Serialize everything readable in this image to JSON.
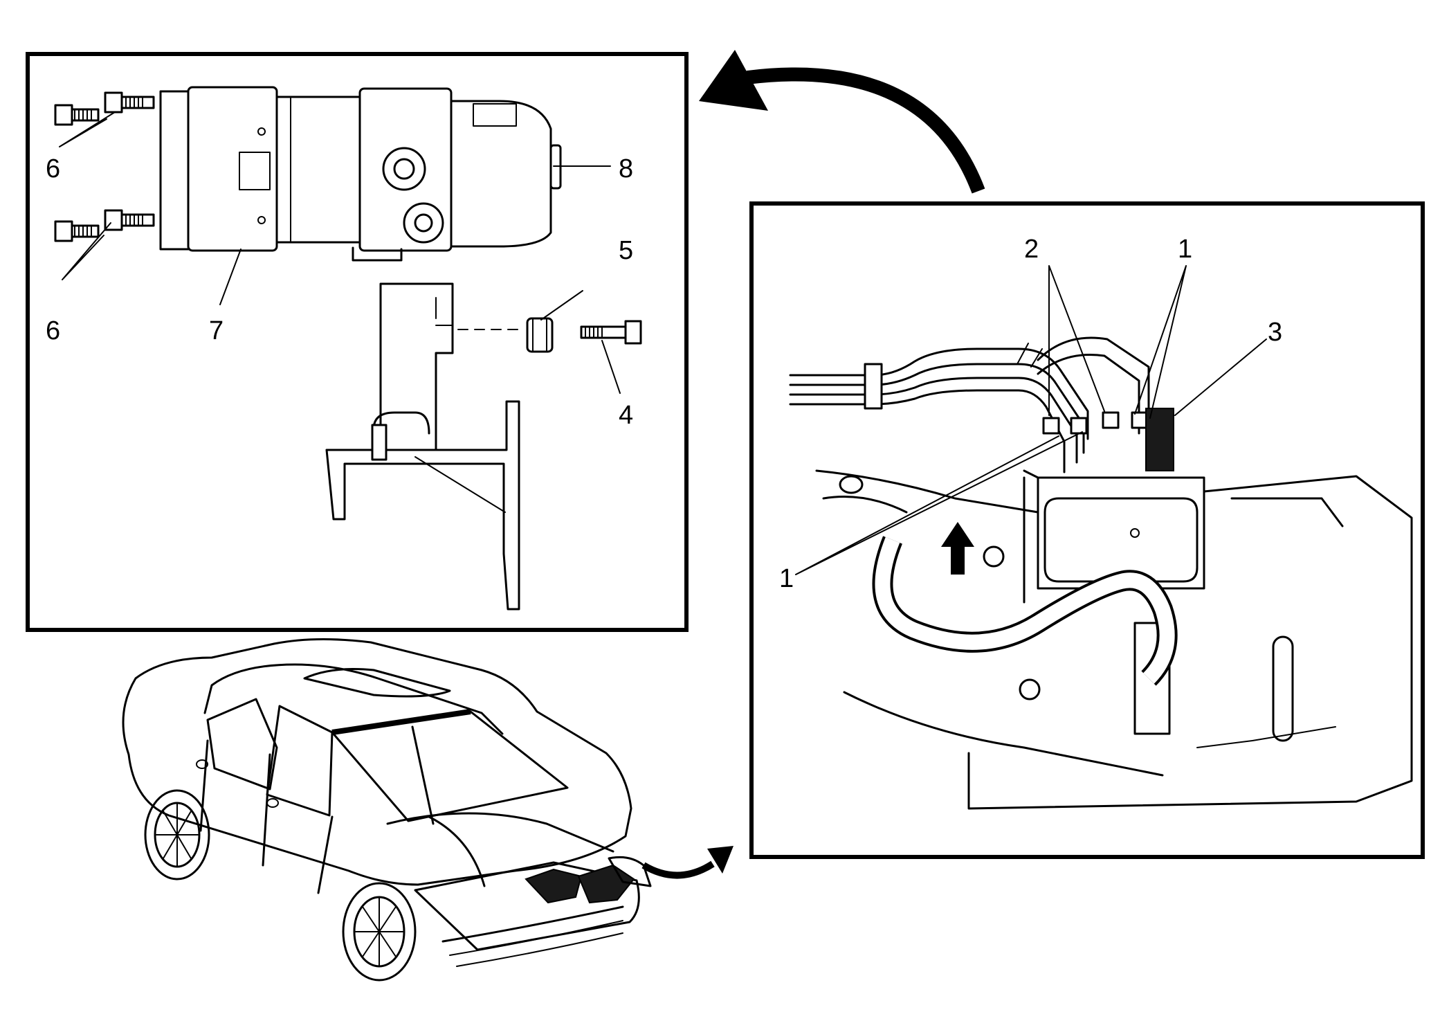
{
  "detail_callouts": {
    "bolts_top": "6",
    "bolts_bottom": "6",
    "modulator_body": "7",
    "motor": "8",
    "insulator": "5",
    "bracket_bolt": "4"
  },
  "location_callouts": {
    "outlet_lines_right": "1",
    "outlet_lines_left": "1",
    "inlet_lines": "2",
    "connector": "3"
  },
  "colors": {
    "line": "#000000",
    "background": "#ffffff"
  }
}
